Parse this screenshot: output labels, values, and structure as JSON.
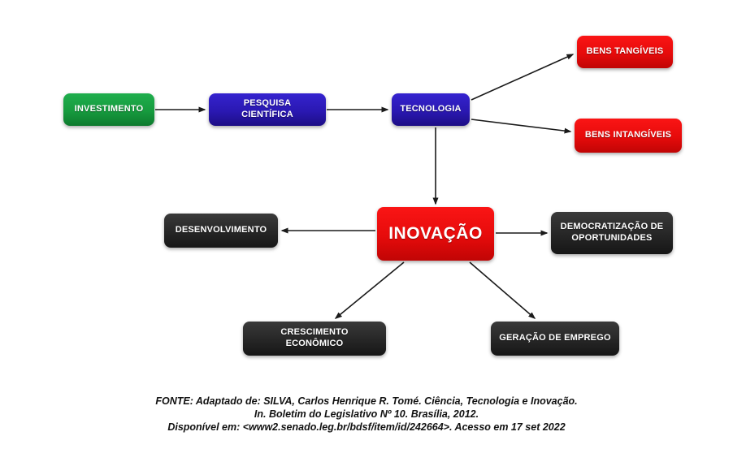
{
  "diagram": {
    "title_implicit": "Fluxo: investimento, ciência, tecnologia e inovação",
    "colors": {
      "green": "#169b3e",
      "blue": "#2a18b2",
      "red": "#e60b0b",
      "dark": "#262626",
      "arrow": "#1a1a1a",
      "background": "#ffffff"
    },
    "nodes": {
      "investimento": {
        "label": "INVESTIMENTO"
      },
      "pesquisa": {
        "label": "PESQUISA CIENTÍFICA"
      },
      "tecnologia": {
        "label": "TECNOLOGIA"
      },
      "bens_tangiveis": {
        "label": "BENS TANGÍVEIS"
      },
      "bens_intangiveis": {
        "label": "BENS INTANGÍVEIS"
      },
      "inovacao": {
        "label": "INOVAÇÃO"
      },
      "desenvolvimento": {
        "label": "DESENVOLVIMENTO"
      },
      "democratizacao": {
        "label": "DEMOCRATIZAÇÃO DE OPORTUNIDADES"
      },
      "crescimento": {
        "label": "CRESCIMENTO ECONÔMICO"
      },
      "geracao": {
        "label": "GERAÇÃO DE EMPREGO"
      }
    },
    "edges": [
      "investimento → pesquisa",
      "pesquisa → tecnologia",
      "tecnologia → bens_tangiveis",
      "tecnologia → bens_intangiveis",
      "tecnologia → inovacao",
      "inovacao → desenvolvimento",
      "inovacao → democratizacao",
      "inovacao → crescimento",
      "inovacao → geracao"
    ]
  },
  "footer": {
    "line1": "FONTE: Adaptado de: SILVA, Carlos Henrique R. Tomé. Ciência, Tecnologia e Inovação.",
    "line2": "In. Boletim do Legislativo Nº 10. Brasília, 2012.",
    "line3": "Disponível em: <www2.senado.leg.br/bdsf/item/id/242664>. Acesso em 17 set 2022"
  }
}
